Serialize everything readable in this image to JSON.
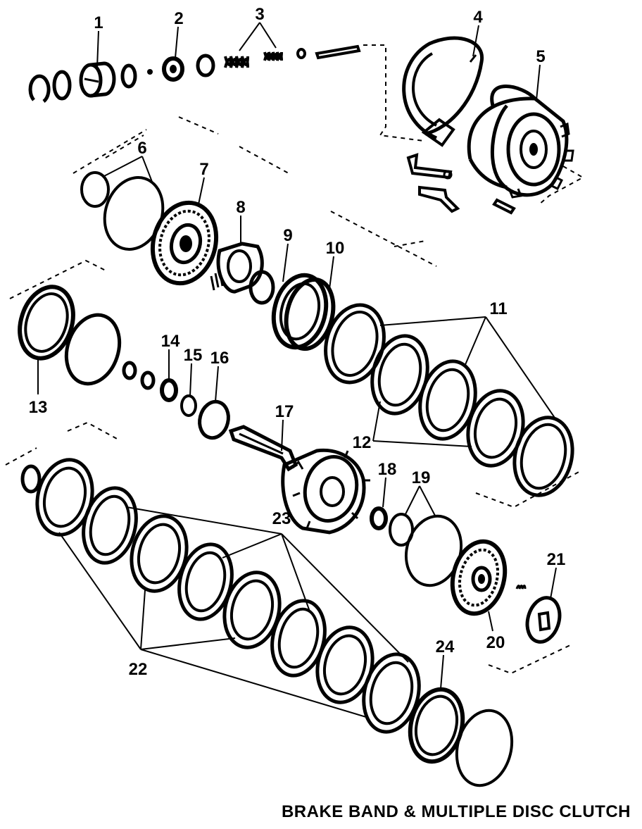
{
  "caption": "BRAKE BAND & MULTIPLE DISC CLUTCH",
  "callouts": [
    "1",
    "2",
    "3",
    "4",
    "5",
    "6",
    "7",
    "8",
    "9",
    "10",
    "11",
    "12",
    "13",
    "14",
    "15",
    "16",
    "17",
    "18",
    "19",
    "20",
    "21",
    "22",
    "23",
    "24"
  ]
}
